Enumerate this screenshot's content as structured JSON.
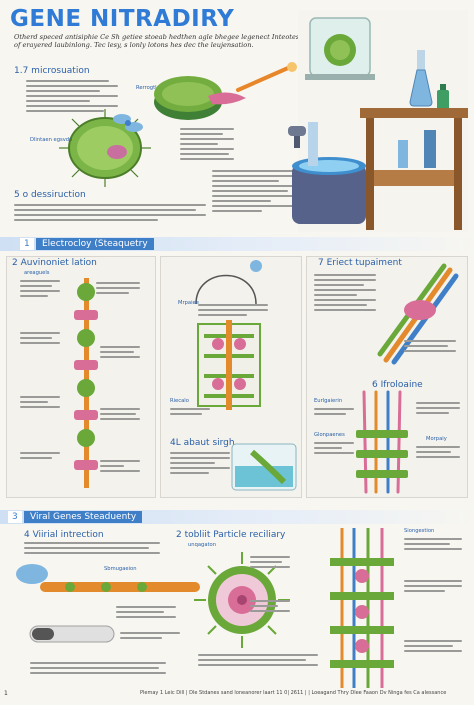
{
  "header": {
    "title": "GENE NITRADIRY",
    "intro": "Otherd speced antisiphie Ce Sh getiee stoeab hedthen agle bhegee legenect Inteotes of erayered laubinlong. Tec lesy, s lonly lotons hes dec the leujensation."
  },
  "section1": {
    "heading_a": "1.7 microsuation",
    "heading_b": "5 o dessiruction",
    "caption_a": "Rerrogtle Ihe",
    "caption_b": "Dlintaen egsvdn"
  },
  "section_band_1": {
    "num": "1",
    "label": "Electrocloy (Steaquetry"
  },
  "section2": {
    "left_heading": "2 Auvinoniet lation",
    "left_sub": "areaguels",
    "center_heading": "4L abaut sirgh",
    "right_heading": "7 Eriect tupaiment",
    "right_heading_b": "6 Ifroloaine",
    "center_label_a": "Mrpaiee",
    "center_label_b": "Riecalo",
    "right_label_a": "Eurlgaierin",
    "right_label_b": "Glonpaenes",
    "right_label_c": "Morpaiy"
  },
  "section_band_2": {
    "num": "3",
    "label": "Viral Genes Steaduenty"
  },
  "section3": {
    "left_heading": "4 Viirial intrection",
    "left_label": "Sbmugaeion",
    "center_heading": "2 tobliit Particle reciliary",
    "center_sub": "unqagaton",
    "right_label": "Siongestion"
  },
  "footer": {
    "page": "1",
    "text": "Plemay 1 Leic Dill | Dle Stdanes sand loneanorer laart 11 0| 2611 |  | Loeagand Thry Dlee Faaon Dv Ninga fes Ca aIessance"
  },
  "colors": {
    "accent": "#2f7bd6",
    "band": "#3f7fc8",
    "virus_green": "#6aa83a",
    "tissue_pink": "#d86d97",
    "dna_orange": "#e28a2c"
  }
}
